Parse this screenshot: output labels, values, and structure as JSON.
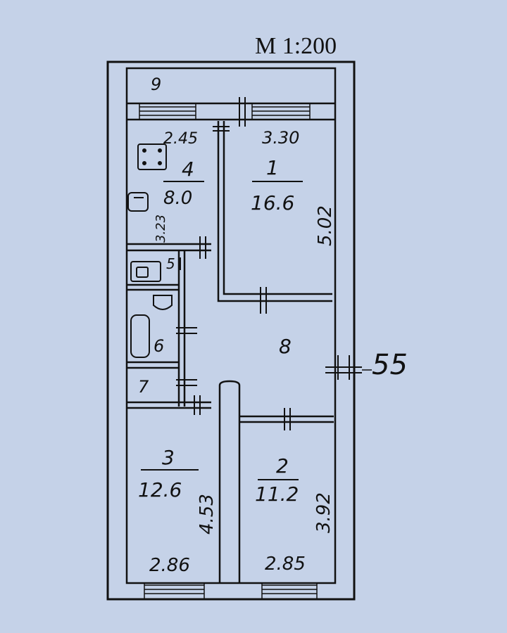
{
  "scale": "M 1:200",
  "building_number": "55",
  "rooms": [
    {
      "id": "1",
      "area": "16.6"
    },
    {
      "id": "2",
      "area": "11.2"
    },
    {
      "id": "3",
      "area": "12.6"
    },
    {
      "id": "4",
      "area": "8.0"
    },
    {
      "id": "5"
    },
    {
      "id": "6"
    },
    {
      "id": "7"
    },
    {
      "id": "8"
    },
    {
      "id": "9"
    }
  ],
  "dimensions": {
    "kitchen_width": "2.45",
    "room1_width": "3.30",
    "room1_length": "5.02",
    "kitchen_length": "3.23",
    "room2_length": "3.92",
    "room3_length": "4.53",
    "room3_width": "2.86",
    "room2_width": "2.85"
  },
  "colors": {
    "paper": "#c5d2e8",
    "ink": "#111111"
  }
}
